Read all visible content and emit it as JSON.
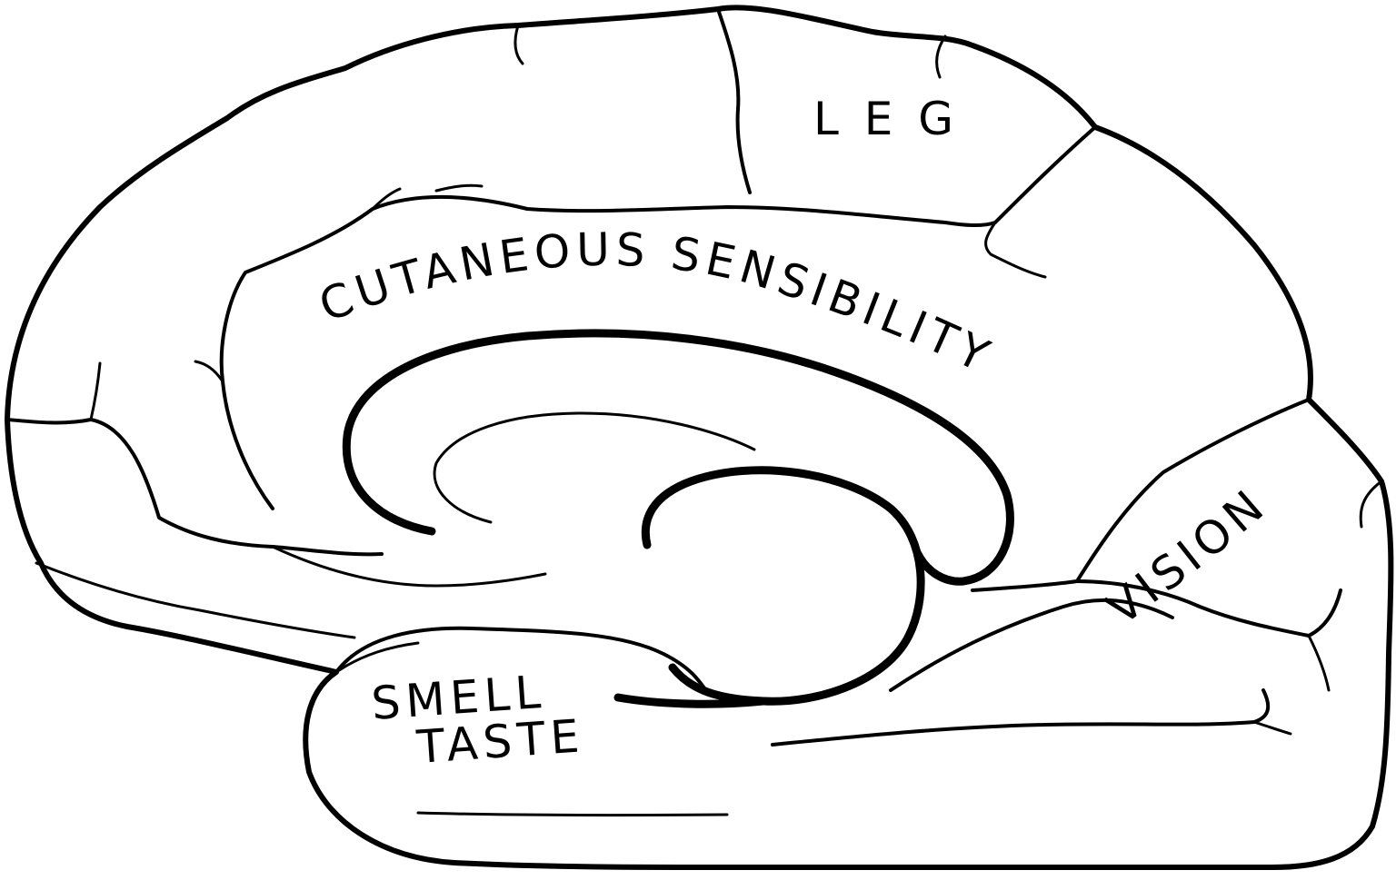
{
  "diagram": {
    "labels": {
      "leg": "L E G",
      "cutaneous_sensibility": "CUTANEOUS SENSIBILITY",
      "vision": "VISION",
      "smell": "SMELL",
      "taste": "TASTE"
    },
    "colors": {
      "line": "#000000",
      "background": "#ffffff"
    }
  }
}
